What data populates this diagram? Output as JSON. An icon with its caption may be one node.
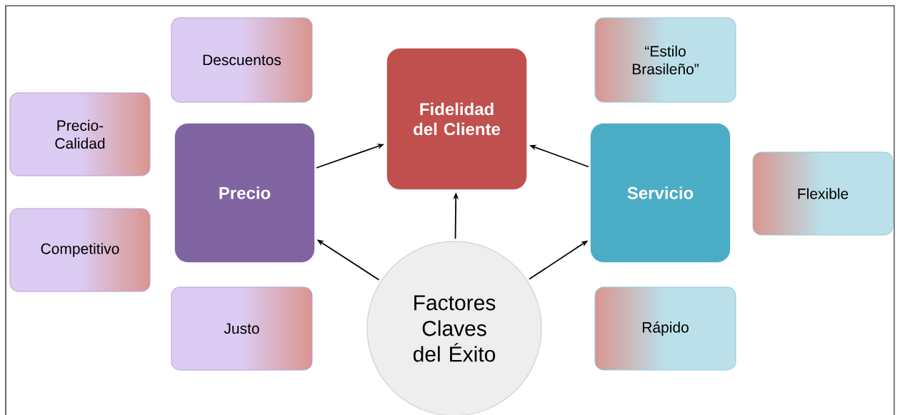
{
  "diagram": {
    "nodes": [
      {
        "text": [
          "Descuentos"
        ]
      },
      {
        "text": [
          "Precio-Calidad"
        ]
      },
      {
        "text": [
          "Competitivo"
        ]
      },
      {
        "text": [
          "Justo"
        ]
      },
      {
        "text": [
          "Precio"
        ]
      },
      {
        "text": [
          "Fidelidad del Cliente"
        ]
      },
      {
        "text": [
          "“Estilo Brasileño”"
        ]
      },
      {
        "text": [
          "Servicio"
        ]
      },
      {
        "text": [
          "Flexible"
        ]
      },
      {
        "text": [
          "Rápido"
        ]
      },
      {
        "text": [
          "Factores Claves del Éxito"
        ]
      }
    ],
    "edges": [
      {
        "from": 4,
        "to": 5,
        "arrow": "to"
      },
      {
        "from": 7,
        "to": 5,
        "arrow": "to"
      },
      {
        "from": 10,
        "to": 5,
        "arrow": "to"
      },
      {
        "from": 10,
        "to": 4,
        "arrow": "to"
      },
      {
        "from": 10,
        "to": 7,
        "arrow": "to"
      }
    ]
  }
}
